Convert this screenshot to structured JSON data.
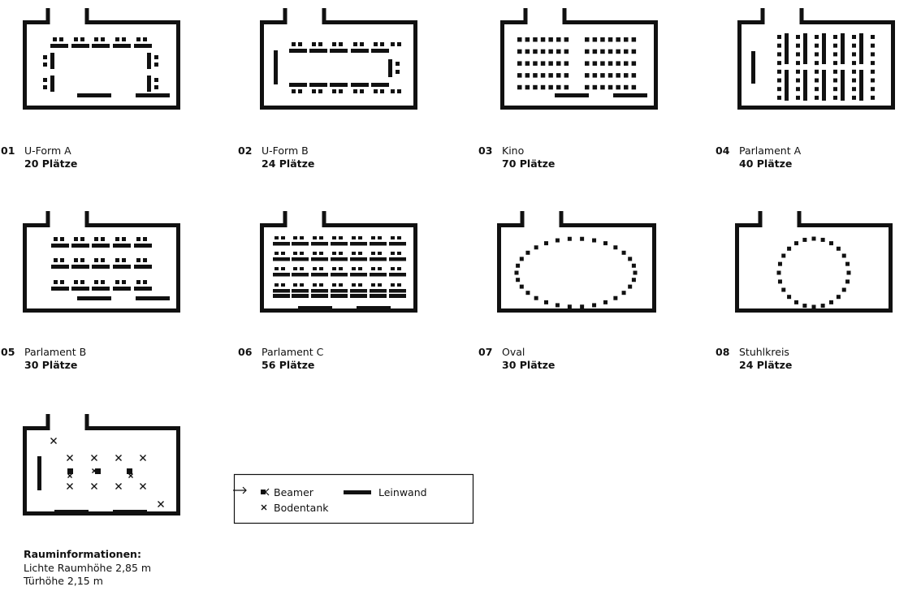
{
  "layouts": [
    {
      "num": "01",
      "name": "U-Form A",
      "seats": "20 Plätze"
    },
    {
      "num": "02",
      "name": "U-Form B",
      "seats": "24 Plätze"
    },
    {
      "num": "03",
      "name": "Kino",
      "seats": "70 Plätze"
    },
    {
      "num": "04",
      "name": "Parlament A",
      "seats": "40 Plätze"
    },
    {
      "num": "05",
      "name": "Parlament B",
      "seats": "30 Plätze"
    },
    {
      "num": "06",
      "name": "Parlament C",
      "seats": "56 Plätze"
    },
    {
      "num": "07",
      "name": "Oval",
      "seats": "30 Plätze"
    },
    {
      "num": "08",
      "name": "Stuhlkreis",
      "seats": "24 Plätze"
    }
  ],
  "legend": {
    "beamer": "Beamer",
    "leinwand": "Leinwand",
    "bodentank": "Bodentank"
  },
  "info": {
    "title": "Rauminformationen:",
    "line1": "Lichte Raumhöhe 2,85 m",
    "line2": "Türhöhe 2,15 m"
  }
}
